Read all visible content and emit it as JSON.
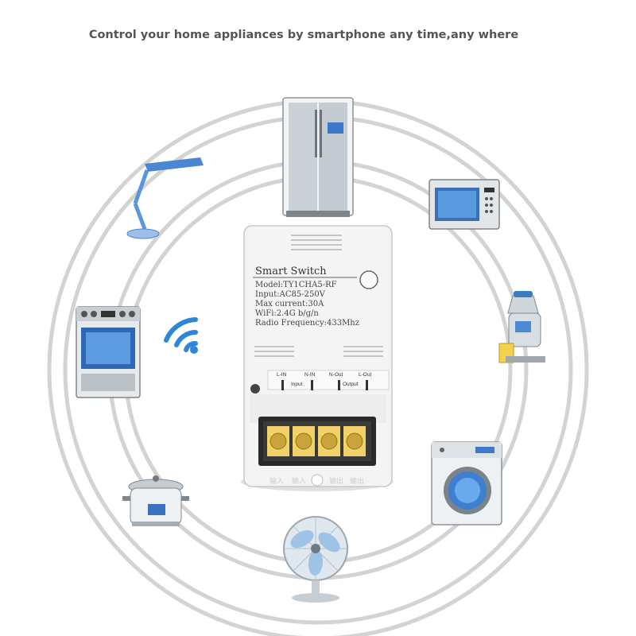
{
  "headline": "Control your home appliances by smartphone any time,any where",
  "device": {
    "title": "Smart Switch",
    "model": "Model:TY1CHA5-RF",
    "input": "Input:AC85-250V",
    "max_current": "Max current:30A",
    "wifi": "WiFi:2.4G b/g/n",
    "radio": "Radio Frequency:433Mhz",
    "terminals": [
      "L-IN",
      "N-IN",
      "N-Out",
      "L-Out"
    ],
    "input_label": "Input",
    "output_label": "Output",
    "bottom_marks": [
      "输入",
      "输入",
      "输出",
      "输出"
    ]
  },
  "appliances": [
    "refrigerator-icon",
    "microwave-icon",
    "juicer-icon",
    "washing-machine-icon",
    "fan-icon",
    "rice-cooker-icon",
    "oven-icon",
    "desk-lamp-icon",
    "wifi-icon"
  ]
}
